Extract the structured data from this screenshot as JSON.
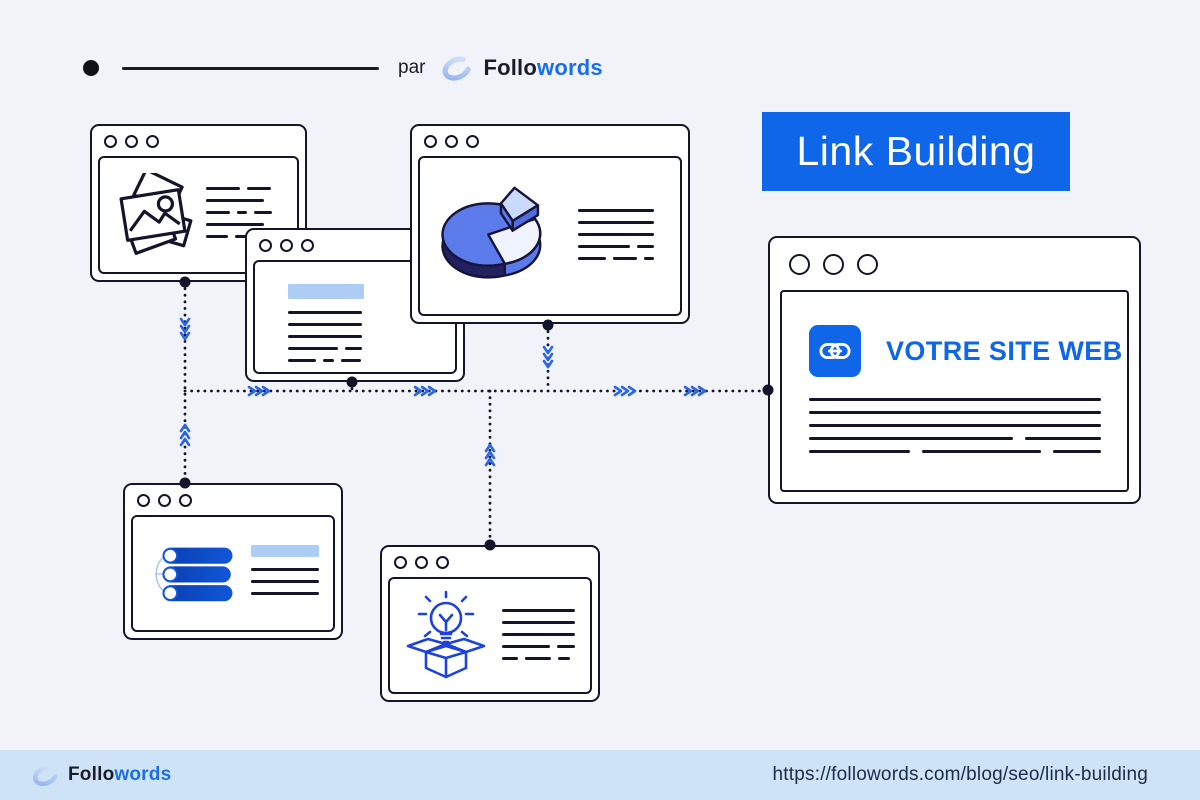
{
  "attribution": {
    "par_label": "par",
    "brand": {
      "prefix": "Follo",
      "suffix": "words",
      "suffix_color": "#1a6fe8"
    },
    "logo_icon": "followords-swirl-icon"
  },
  "title_banner": {
    "label": "Link Building",
    "bg": "#0f66e8",
    "text_color": "#ffffff"
  },
  "diagram": {
    "windows": [
      {
        "id": "images-window",
        "icon": "photo-stack-icon"
      },
      {
        "id": "article-window",
        "icon": "highlighted-text-block"
      },
      {
        "id": "chart-window",
        "icon": "pie-chart-3d-icon"
      },
      {
        "id": "list-window",
        "icon": "list-pills-icon"
      },
      {
        "id": "idea-window",
        "icon": "lightbulb-box-icon"
      },
      {
        "id": "your-site-window",
        "icon": "link-icon",
        "label": "VOTRE SITE WEB",
        "accent": "#0f66e8"
      }
    ],
    "connector_color": "#14142b",
    "arrow_color": "#2b65e8",
    "pie_colors": {
      "top": "#5b7bea",
      "side": "#23205f",
      "pale_slice": "#eef3fd",
      "lifted_slice": "#c9dbf8"
    },
    "highlight_color": "#aecdf5"
  },
  "footer": {
    "bg": "#cfe3f7",
    "brand": {
      "prefix": "Follo",
      "suffix": "words"
    },
    "url": "https://followords.com/blog/seo/link-building"
  }
}
